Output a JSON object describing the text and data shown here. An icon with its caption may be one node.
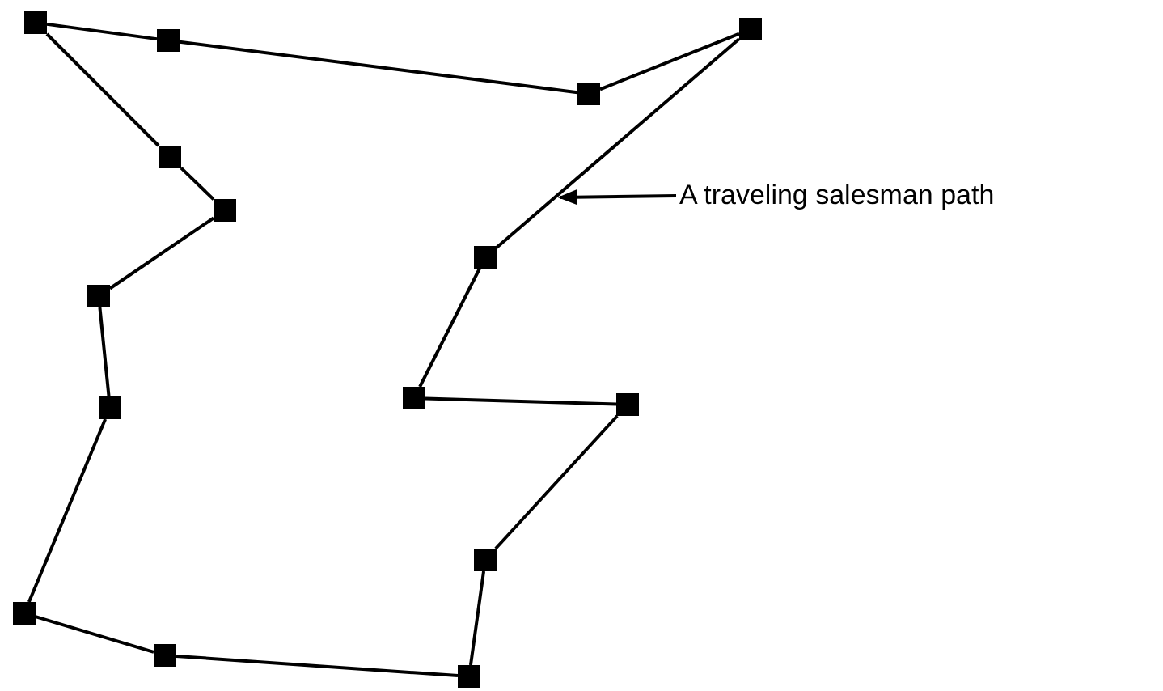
{
  "diagram": {
    "nodes": [
      {
        "text": [],
        "shape": "box"
      },
      {
        "text": [],
        "shape": "box"
      },
      {
        "text": [],
        "shape": "box"
      },
      {
        "text": [],
        "shape": "box"
      },
      {
        "text": [],
        "shape": "box"
      },
      {
        "text": [],
        "shape": "box"
      },
      {
        "text": [],
        "shape": "box"
      },
      {
        "text": [],
        "shape": "box"
      },
      {
        "text": [],
        "shape": "box"
      },
      {
        "text": [],
        "shape": "box"
      },
      {
        "text": [],
        "shape": "box"
      },
      {
        "text": [],
        "shape": "box"
      },
      {
        "text": [],
        "shape": "box"
      },
      {
        "text": [],
        "shape": "box"
      },
      {
        "text": [],
        "shape": "box"
      },
      {
        "text": [
          "A traveling salesman path"
        ]
      }
    ],
    "edges": [
      {
        "from": 0,
        "to": 1,
        "arrow": "none"
      },
      {
        "from": 1,
        "to": 2,
        "arrow": "none"
      },
      {
        "from": 2,
        "to": 3,
        "arrow": "none"
      },
      {
        "from": 3,
        "to": 4,
        "arrow": "none"
      },
      {
        "from": 4,
        "to": 5,
        "arrow": "none"
      },
      {
        "from": 5,
        "to": 6,
        "arrow": "none"
      },
      {
        "from": 6,
        "to": 7,
        "arrow": "none"
      },
      {
        "from": 7,
        "to": 8,
        "arrow": "none"
      },
      {
        "from": 8,
        "to": 9,
        "arrow": "none"
      },
      {
        "from": 9,
        "to": 10,
        "arrow": "none"
      },
      {
        "from": 10,
        "to": 11,
        "arrow": "none"
      },
      {
        "from": 11,
        "to": 12,
        "arrow": "none"
      },
      {
        "from": 12,
        "to": 13,
        "arrow": "none"
      },
      {
        "from": 13,
        "to": 14,
        "arrow": "none"
      },
      {
        "from": 14,
        "to": 0,
        "arrow": "none"
      },
      {
        "from": 15,
        "to": null,
        "arrow": "to"
      }
    ]
  }
}
